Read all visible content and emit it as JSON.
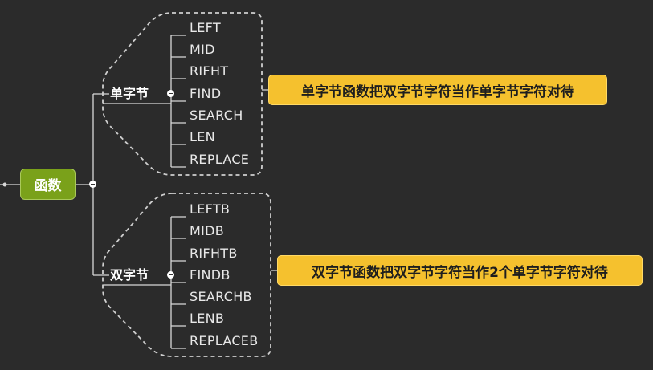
{
  "root": {
    "label": "函数",
    "color": "#7aa11a"
  },
  "branches": [
    {
      "label": "单字节",
      "note": "单字节函数把双字节字符当作单字节字符对待",
      "items": [
        "LEFT",
        "MID",
        "RIFHT",
        "FIND",
        "SEARCH",
        "LEN",
        "REPLACE"
      ]
    },
    {
      "label": "双字节",
      "note": "双字节函数把双字节字符当作2个单字节字符对待",
      "items": [
        "LEFTB",
        "MIDB",
        "RIFHTB",
        "FINDB",
        "SEARCHB",
        "LENB",
        "REPLACEB"
      ]
    }
  ],
  "colors": {
    "background": "#2b2b2b",
    "line": "#d8d8d8",
    "note": "#f5c12e",
    "boundary": "#cfcfcf"
  }
}
